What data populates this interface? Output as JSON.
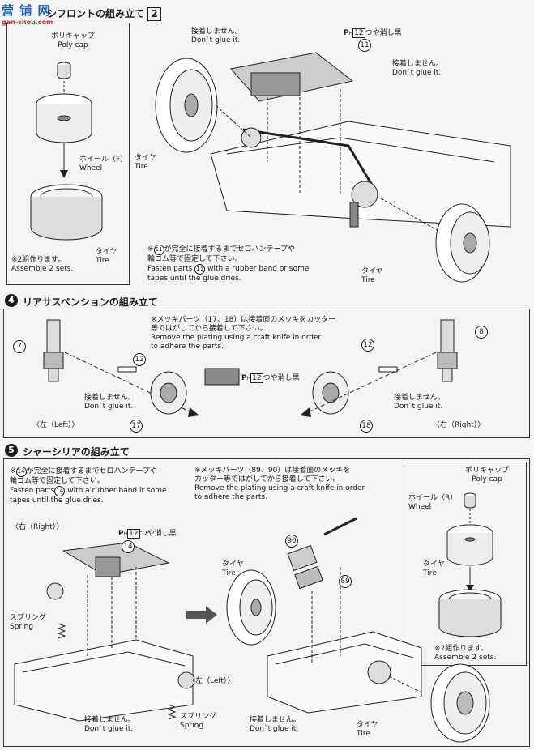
{
  "logo": {
    "text": "营 铺 网",
    "url": "gan-shou.com"
  },
  "step3": {
    "title": "シフロントの組み立て",
    "page_mark": "2",
    "polycap_jp": "ポリキャップ",
    "polycap_en": "Poly cap",
    "wheel_jp": "ホイール（F）",
    "wheel_en": "Wheel",
    "tire_jp_a": "タイヤ",
    "tire_en_a": "Tire",
    "assemble_jp": "※2組作ります。",
    "assemble_en": "Assemble 2 sets.",
    "noglue1_jp": "接着しません。",
    "noglue1_en": "Don`t glue it.",
    "noglue2_jp": "接着しません。",
    "noglue2_en": "Don`t glue it.",
    "paint": "つや消し黒",
    "paint_code": "12",
    "tire_jp_b": "タイヤ",
    "tire_en_b": "Tire",
    "tire_jp_c": "タイヤ",
    "tire_en_c": "Tire",
    "part11": "11",
    "note_jp_1": "※",
    "note_jp_2": "が完全に接着するまでセロハンテープや",
    "note_jp_3": "輪ゴム等で固定して下さい。",
    "note_en_1": "Fasten parts",
    "note_en_2": "with a rubber band or some",
    "note_en_3": "tapes until the glue dries."
  },
  "step4": {
    "number": "4",
    "title": "リアサスペンションの組み立て",
    "note_jp_1": "※メッキパーツ（",
    "note_jp_2": "）は接着面のメッキをカッター",
    "note_jp_3": "等ではがしてから接着して下さい。",
    "note_en_1": "Remove the plating using a craft knife in order",
    "note_en_2": "to adhere the parts.",
    "parts_17": "17",
    "parts_18": "18",
    "part7": "7",
    "part8": "8",
    "part12a": "12",
    "part12b": "12",
    "paint": "つや消し黒",
    "paint_code": "12",
    "noglue_l_jp": "接着しません。",
    "noglue_l_en": "Don`t glue it.",
    "noglue_r_jp": "接着しません。",
    "noglue_r_en": "Don`t glue it.",
    "left": "〈左（Left）〉",
    "right": "〈右（Right）〉"
  },
  "step5": {
    "number": "5",
    "title": "シャーシリアの組み立て",
    "note1_jp_1": "※",
    "note1_jp_2": "が完全に接着するまでセロハンテープや",
    "note1_jp_3": "輪ゴム等で固定して下さい。",
    "note1_en_1": "Fasten parts",
    "note1_en_2": "with a rubber band ir some",
    "note1_en_3": "tapes until the glue dries.",
    "part14": "14",
    "note2_jp_1": "※メッキパーツ（",
    "note2_jp_2": "）は接着面のメッキを",
    "note2_jp_3": "カッター等ではがしてから接着して下さい。",
    "note2_en_1": "Remove the plating using a craft knife in order",
    "note2_en_2": "to adhere the parts.",
    "part89": "89",
    "part90": "90",
    "polycap_jp": "ポリキャップ",
    "polycap_en": "Poly cap",
    "wheel_jp": "ホイール（R）",
    "wheel_en": "Wheel",
    "tire_jp_a": "タイヤ",
    "tire_en_a": "Tire",
    "assemble_jp": "※2組作ります。",
    "assemble_en": "Assemble 2 sets.",
    "right": "〈右（Right）〉",
    "paint": "つや消し黒",
    "paint_code": "12",
    "spring_jp": "スプリング",
    "spring_en": "Spring",
    "left": "〈左（Left）〉",
    "spring2_jp": "スプリング",
    "spring2_en": "Spring",
    "noglue1_jp": "接着しません。",
    "noglue1_en": "Don`t glue it.",
    "tire_jp_b": "タイヤ",
    "tire_en_b": "Tire",
    "noglue2_jp": "接着しません。",
    "noglue2_en": "Don`t glue it.",
    "tire_jp_c": "タイヤ",
    "tire_en_c": "Tire"
  }
}
